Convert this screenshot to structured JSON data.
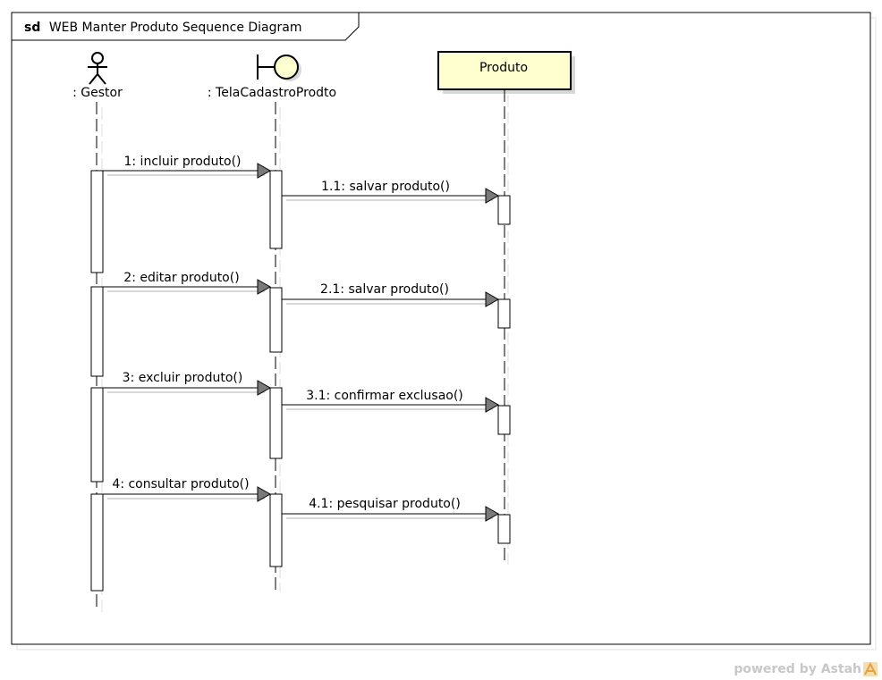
{
  "frame": {
    "keyword": "sd",
    "title": "WEB Manter Produto Sequence Diagram"
  },
  "lifelines": [
    {
      "id": "gestor",
      "kind": "actor",
      "label": ": Gestor"
    },
    {
      "id": "tela",
      "kind": "boundary",
      "label": ": TelaCadastroProdto"
    },
    {
      "id": "produto",
      "kind": "class",
      "label": "Produto"
    }
  ],
  "messages": [
    {
      "label": "1: incluir produto()",
      "from": "gestor",
      "to": "tela"
    },
    {
      "label": "1.1: salvar produto()",
      "from": "tela",
      "to": "produto"
    },
    {
      "label": "2: editar produto()",
      "from": "gestor",
      "to": "tela"
    },
    {
      "label": "2.1: salvar produto()",
      "from": "tela",
      "to": "produto"
    },
    {
      "label": "3: excluir produto()",
      "from": "gestor",
      "to": "tela"
    },
    {
      "label": "3.1: confirmar exclusao()",
      "from": "tela",
      "to": "produto"
    },
    {
      "label": "4: consultar produto()",
      "from": "gestor",
      "to": "tela"
    },
    {
      "label": "4.1: pesquisar produto()",
      "from": "tela",
      "to": "produto"
    }
  ],
  "colors": {
    "class_fill": "#ffffd0",
    "line": "#000000",
    "shadow": "#d8d8d8",
    "arrowhead": "#7a7a7a",
    "watermark": "#c8c8c8",
    "watermark_logo": "#e8a040"
  },
  "watermark": "powered by Astah"
}
